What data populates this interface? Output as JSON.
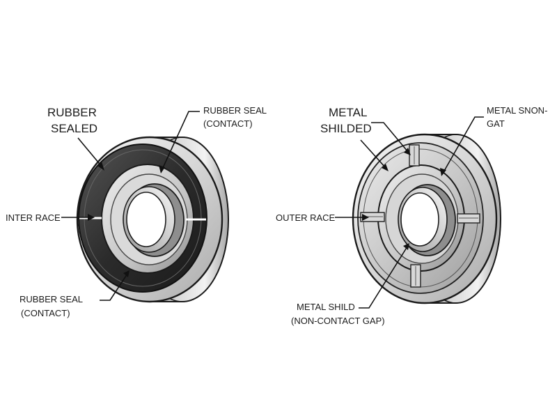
{
  "left_bearing": {
    "title_line1": "RUBBER",
    "title_line2": "SEALED",
    "label_top_line1": "RUBBER SEAL",
    "label_top_line2": "(CONTACT)",
    "label_mid": "INTER RACE",
    "label_bottom_line1": "RUBBER SEAL",
    "label_bottom_line2": "(CONTACT)"
  },
  "right_bearing": {
    "title_line1": "METAL",
    "title_line2": "SHILDED",
    "label_top_line1": "METAL SNON-",
    "label_top_line2": "GAT",
    "label_mid": "OUTER RACE",
    "label_bottom_line1": "METAL SHILD",
    "label_bottom_line2": "(NON-CONTACT GAP)"
  },
  "colors": {
    "outline": "#1a1a1a",
    "rubber": "#2e2e2e",
    "metal_light": "#e4e4e4",
    "metal_dark": "#9a9a9a"
  }
}
